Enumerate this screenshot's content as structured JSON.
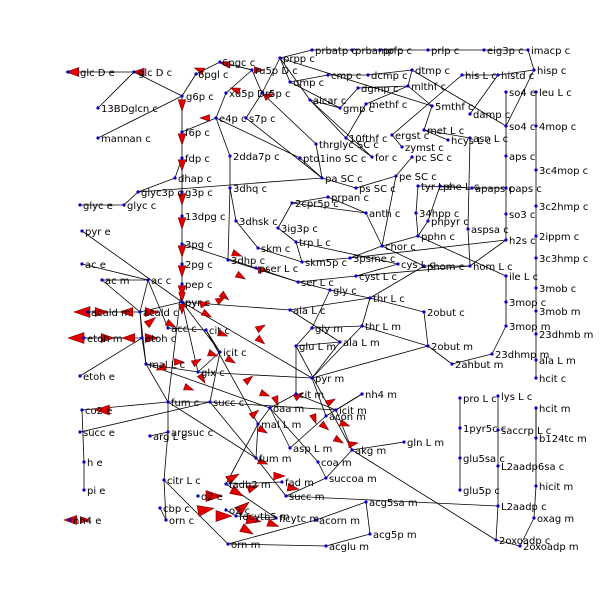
{
  "colors": {
    "edge": "#000000",
    "node": "#0000cc",
    "arrow": "#e00000",
    "background": "#ffffff"
  },
  "nodes": [
    {
      "id": "glc_De",
      "label": "glc D e"
    },
    {
      "id": "glc_Dc",
      "label": "glc D c"
    },
    {
      "id": "g6p_c",
      "label": "g6p c"
    },
    {
      "id": "f6p_c",
      "label": "f6p c"
    },
    {
      "id": "fdp_c",
      "label": "fdp c"
    },
    {
      "id": "dhap_c",
      "label": "dhap c"
    },
    {
      "id": "g3p_c",
      "label": "g3p c"
    },
    {
      "id": "13dpg_c",
      "label": "13dpg c"
    },
    {
      "id": "3pg_c",
      "label": "3pg c"
    },
    {
      "id": "2pg_c",
      "label": "2pg c"
    },
    {
      "id": "pep_c",
      "label": "pep c"
    },
    {
      "id": "pyr_c",
      "label": "pyr c"
    },
    {
      "id": "6pgc_c",
      "label": "6pgc c"
    },
    {
      "id": "6pgl_c",
      "label": "6pgl c"
    },
    {
      "id": "ru5p_Dc",
      "label": "ru5p D c"
    },
    {
      "id": "xu5p_Dc",
      "label": "xu5p D c"
    },
    {
      "id": "r5p_c",
      "label": "r5p c"
    },
    {
      "id": "s7p_c",
      "label": "s7p c"
    },
    {
      "id": "e4p_c",
      "label": "e4p c"
    },
    {
      "id": "13BDglcn_c",
      "label": "13BDglcn c"
    },
    {
      "id": "mannan_c",
      "label": "mannan c"
    },
    {
      "id": "prpp_c",
      "label": "prpp c"
    },
    {
      "id": "prbatp_c",
      "label": "prbatp c"
    },
    {
      "id": "prbamp_c",
      "label": "prbamp c"
    },
    {
      "id": "prfp_c",
      "label": "prfp c"
    },
    {
      "id": "prlp_c",
      "label": "prlp c"
    },
    {
      "id": "eig3p_c",
      "label": "eig3p c"
    },
    {
      "id": "imacp_c",
      "label": "imacp c"
    },
    {
      "id": "hisp_c",
      "label": "hisp c"
    },
    {
      "id": "his_Lc",
      "label": "his L c"
    },
    {
      "id": "histd_c",
      "label": "histd c"
    },
    {
      "id": "cmp_c",
      "label": "cmp c"
    },
    {
      "id": "dcmp_c",
      "label": "dcmp c"
    },
    {
      "id": "dtmp_c",
      "label": "dtmp c"
    },
    {
      "id": "ump_c",
      "label": "ump c"
    },
    {
      "id": "dgmp_c",
      "label": "dgmp c"
    },
    {
      "id": "mlthf_c",
      "label": "mlthf c"
    },
    {
      "id": "aicar_c",
      "label": "aicar c"
    },
    {
      "id": "gmp_c",
      "label": "gmp c"
    },
    {
      "id": "methf_c",
      "label": "methf c"
    },
    {
      "id": "5mthf_c",
      "label": "5mthf c"
    },
    {
      "id": "damp_c",
      "label": "damp c"
    },
    {
      "id": "so4_e",
      "label": "so4 e"
    },
    {
      "id": "so4_c",
      "label": "so4 c"
    },
    {
      "id": "leu_Lc",
      "label": "leu L c"
    },
    {
      "id": "4mop_c",
      "label": "4mop c"
    },
    {
      "id": "10fthf_c",
      "label": "10fthf c"
    },
    {
      "id": "met_Lc",
      "label": "met L c"
    },
    {
      "id": "ergst_c",
      "label": "ergst c"
    },
    {
      "id": "zymst_c",
      "label": "zymst c"
    },
    {
      "id": "hcys_Lc",
      "label": "hcys L c"
    },
    {
      "id": "asn_Lc",
      "label": "asn L c"
    },
    {
      "id": "aps_c",
      "label": "aps c"
    },
    {
      "id": "2dda7p_c",
      "label": "2dda7p c"
    },
    {
      "id": "thrglyc_SCc",
      "label": "thrglyc SC c"
    },
    {
      "id": "ptd1ino_SCc",
      "label": "ptd1ino SC c"
    },
    {
      "id": "for_c",
      "label": "for c"
    },
    {
      "id": "pc_SCc",
      "label": "pc SC c"
    },
    {
      "id": "3c4mop_c",
      "label": "3c4mop c"
    },
    {
      "id": "3dhq_c",
      "label": "3dhq c"
    },
    {
      "id": "pa_SCc",
      "label": "pa SC c"
    },
    {
      "id": "ps_SCc",
      "label": "ps SC c"
    },
    {
      "id": "pe_SCc",
      "label": "pe SC c"
    },
    {
      "id": "tyr_Lc",
      "label": "tyr L c"
    },
    {
      "id": "phe_Lc",
      "label": "phe L c"
    },
    {
      "id": "apaps_c",
      "label": "apaps c"
    },
    {
      "id": "paps_c",
      "label": "paps c"
    },
    {
      "id": "so3_c",
      "label": "so3 c"
    },
    {
      "id": "3c2hmp_c",
      "label": "3c2hmp c"
    },
    {
      "id": "2cpr5p_c",
      "label": "2cpr5p c"
    },
    {
      "id": "prpan_c",
      "label": "prpan c"
    },
    {
      "id": "glyc_e",
      "label": "glyc e"
    },
    {
      "id": "glyc_c",
      "label": "glyc c"
    },
    {
      "id": "glyc3p_c",
      "label": "glyc3p c"
    },
    {
      "id": "3dhsk_c",
      "label": "3dhsk c"
    },
    {
      "id": "anth_c",
      "label": "anth c"
    },
    {
      "id": "34hpp_c",
      "label": "34hpp c"
    },
    {
      "id": "phpyr_c",
      "label": "phpyr c"
    },
    {
      "id": "aspsa_c",
      "label": "aspsa c"
    },
    {
      "id": "h2s_c",
      "label": "h2s c"
    },
    {
      "id": "2ippm_c",
      "label": "2ippm c"
    },
    {
      "id": "3ig3p_c",
      "label": "3ig3p c"
    },
    {
      "id": "pyr_e",
      "label": "pyr e"
    },
    {
      "id": "skm_c",
      "label": "skm c"
    },
    {
      "id": "trp_Lc",
      "label": "trp L c"
    },
    {
      "id": "chor_c",
      "label": "chor c"
    },
    {
      "id": "pphn_c",
      "label": "pphn c"
    },
    {
      "id": "3c3hmp_c",
      "label": "3c3hmp c"
    },
    {
      "id": "ac_e",
      "label": "ac e"
    },
    {
      "id": "3dhp_c",
      "label": "3dhp c"
    },
    {
      "id": "skm5p_c",
      "label": "skm5p c"
    },
    {
      "id": "3psme_c",
      "label": "3psme c"
    },
    {
      "id": "cys_Lc",
      "label": "cys L c"
    },
    {
      "id": "hom_Lc",
      "label": "hom L c"
    },
    {
      "id": "ile_Lc",
      "label": "ile L c"
    },
    {
      "id": "pser_Lc",
      "label": "pser L c"
    },
    {
      "id": "phom_c",
      "label": "phom c"
    },
    {
      "id": "ac_m",
      "label": "ac m"
    },
    {
      "id": "ac_c",
      "label": "ac c"
    },
    {
      "id": "cyst_Lc",
      "label": "cyst L c"
    },
    {
      "id": "ser_Lc",
      "label": "ser L c"
    },
    {
      "id": "gly_c",
      "label": "gly c"
    },
    {
      "id": "3mob_c",
      "label": "3mob c"
    },
    {
      "id": "thr_Lc",
      "label": "thr L c"
    },
    {
      "id": "3mop_c",
      "label": "3mop c"
    },
    {
      "id": "3mob_m",
      "label": "3mob m"
    },
    {
      "id": "acald_m",
      "label": "acald m"
    },
    {
      "id": "acald_c",
      "label": "acald c"
    },
    {
      "id": "pyr_c2",
      "label": "pyr c"
    },
    {
      "id": "ala_Lc",
      "label": "ala L c"
    },
    {
      "id": "2obut_c",
      "label": "2obut c"
    },
    {
      "id": "3mop_m",
      "label": "3mop m"
    },
    {
      "id": "etoh_m",
      "label": "etoh m"
    },
    {
      "id": "etoh_c",
      "label": "etoh c"
    },
    {
      "id": "acc_c",
      "label": "acc c"
    },
    {
      "id": "cit_c",
      "label": "cit c"
    },
    {
      "id": "gly_m",
      "label": "gly m"
    },
    {
      "id": "thr_Lm",
      "label": "thr L m"
    },
    {
      "id": "23dhmb_m",
      "label": "23dhmb m"
    },
    {
      "id": "ala_Lm",
      "label": "ala L m"
    },
    {
      "id": "2obut_m",
      "label": "2obut m"
    },
    {
      "id": "23dhmp_m",
      "label": "23dhmp m"
    },
    {
      "id": "mal_Lc",
      "label": "mal L c"
    },
    {
      "id": "icit_c",
      "label": "icit c"
    },
    {
      "id": "glu_Lm",
      "label": "glu L m"
    },
    {
      "id": "2ahbut_m",
      "label": "2ahbut m"
    },
    {
      "id": "ala_Lm2",
      "label": "ala L m"
    },
    {
      "id": "etoh_e",
      "label": "etoh e"
    },
    {
      "id": "glx_c",
      "label": "glx c"
    },
    {
      "id": "pyr_m",
      "label": "pyr m"
    },
    {
      "id": "hcit_c",
      "label": "hcit c"
    },
    {
      "id": "nh4_m",
      "label": "nh4 m"
    },
    {
      "id": "co2_e",
      "label": "co2 e"
    },
    {
      "id": "fum_c",
      "label": "fum c"
    },
    {
      "id": "succ_c",
      "label": "succ c"
    },
    {
      "id": "cit_m",
      "label": "cit m"
    },
    {
      "id": "pro_Lc",
      "label": "pro L c"
    },
    {
      "id": "lys_Lc",
      "label": "lys L c"
    },
    {
      "id": "oaa_m",
      "label": "oaa m"
    },
    {
      "id": "icit_m",
      "label": "icit m"
    },
    {
      "id": "acon_m",
      "label": "acon m"
    },
    {
      "id": "hcit_m",
      "label": "hcit m"
    },
    {
      "id": "succ_e",
      "label": "succ e"
    },
    {
      "id": "argsuc_c",
      "label": "argsuc c"
    },
    {
      "id": "mal_Lm",
      "label": "mal L m"
    },
    {
      "id": "1pyr5c_c",
      "label": "1pyr5c c"
    },
    {
      "id": "saccrp_Lc",
      "label": "saccrp L c"
    },
    {
      "id": "arg_Lc",
      "label": "arg L c"
    },
    {
      "id": "b124tc_m",
      "label": "b124tc m"
    },
    {
      "id": "asp_Lm",
      "label": "asp L m"
    },
    {
      "id": "akg_m",
      "label": "akg m"
    },
    {
      "id": "gln_Lm",
      "label": "gln L m"
    },
    {
      "id": "h_e",
      "label": "h e"
    },
    {
      "id": "coa_m",
      "label": "coa m"
    },
    {
      "id": "glu5sa_c",
      "label": "glu5sa c"
    },
    {
      "id": "L2aadp6sa_c",
      "label": "L2aadp6sa c"
    },
    {
      "id": "fum_m",
      "label": "fum m"
    },
    {
      "id": "hicit_m",
      "label": "hicit m"
    },
    {
      "id": "citr_Lc",
      "label": "citr L c"
    },
    {
      "id": "succoa_m",
      "label": "succoa m"
    },
    {
      "id": "pi_e",
      "label": "pi e"
    },
    {
      "id": "glu5p_c",
      "label": "glu5p c"
    },
    {
      "id": "fad_m",
      "label": "fad m"
    },
    {
      "id": "fadh2_m",
      "label": "fadh2 m"
    },
    {
      "id": "o2_e",
      "label": "o2 e"
    },
    {
      "id": "succ_m",
      "label": "succ m"
    },
    {
      "id": "acg5sa_m",
      "label": "acg5sa m"
    },
    {
      "id": "L2aadp_c",
      "label": "L2aadp c"
    },
    {
      "id": "cbp_c",
      "label": "cbp c"
    },
    {
      "id": "oxag_m",
      "label": "oxag m"
    },
    {
      "id": "nh4_e",
      "label": "nh4 e"
    },
    {
      "id": "o2_c",
      "label": "o2 c"
    },
    {
      "id": "orn_c",
      "label": "orn c"
    },
    {
      "id": "focytb5_m",
      "label": "focytb5 m"
    },
    {
      "id": "ficytc_m",
      "label": "ficytc m"
    },
    {
      "id": "acorn_m",
      "label": "acorn m"
    },
    {
      "id": "acg5p_m",
      "label": "acg5p m"
    },
    {
      "id": "2oxoadp_c",
      "label": "2oxoadp c"
    },
    {
      "id": "2oxoadp_m",
      "label": "2oxoadp m"
    },
    {
      "id": "orn_m",
      "label": "orn m"
    },
    {
      "id": "acglu_m",
      "label": "acglu m"
    }
  ]
}
